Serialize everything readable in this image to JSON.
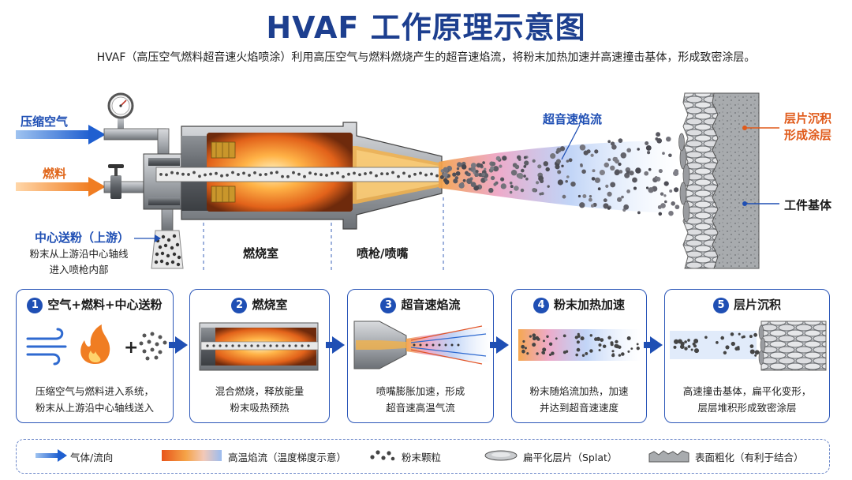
{
  "title": "HVAF 工作原理示意图",
  "subtitle": "HVAF（高压空气燃料超音速火焰喷涂）利用高压空气与燃料燃烧产生的超音速焰流，将粉末加热加速并高速撞击基体，形成致密涂层。",
  "labels": {
    "compressed_air": "压缩空气",
    "fuel": "燃料",
    "center_feed": "中心送粉（上游）",
    "center_feed_desc1": "粉末从上游沿中心轴线",
    "center_feed_desc2": "进入喷枪内部",
    "combustion_chamber": "燃烧室",
    "nozzle": "喷枪/喷嘴",
    "supersonic_jet": "超音速焰流",
    "splat_coating_1": "层片沉积",
    "splat_coating_2": "形成涂层",
    "substrate": "工件基体"
  },
  "steps": [
    {
      "num": "1",
      "title": "空气+燃料+中心送粉",
      "desc1": "压缩空气与燃料进入系统，",
      "desc2": "粉末从上游沿中心轴线送入"
    },
    {
      "num": "2",
      "title": "燃烧室",
      "desc1": "混合燃烧，释放能量",
      "desc2": "粉末吸热预热"
    },
    {
      "num": "3",
      "title": "超音速焰流",
      "desc1": "喷嘴膨胀加速，形成",
      "desc2": "超音速高温气流"
    },
    {
      "num": "4",
      "title": "粉末加热加速",
      "desc1": "粉末随焰流加热，加速",
      "desc2": "并达到超音速速度"
    },
    {
      "num": "5",
      "title": "层片沉积",
      "desc1": "高速撞击基体，扁平化变形，",
      "desc2": "层层堆积形成致密涂层"
    }
  ],
  "legend": [
    {
      "icon": "blue-arrow-icon",
      "label": "气体/流向"
    },
    {
      "icon": "flame-gradient-icon",
      "label": "高温焰流（温度梯度示意）"
    },
    {
      "icon": "powder-particles-icon",
      "label": "粉末颗粒"
    },
    {
      "icon": "splat-icon",
      "label": "扁平化层片（Splat）"
    },
    {
      "icon": "rough-surface-icon",
      "label": "表面粗化（有利于结合）"
    }
  ],
  "colors": {
    "primary_blue": "#1f4fb4",
    "title_blue": "#1d3f8f",
    "orange": "#f07d22",
    "red_label": "#e05a1a"
  }
}
